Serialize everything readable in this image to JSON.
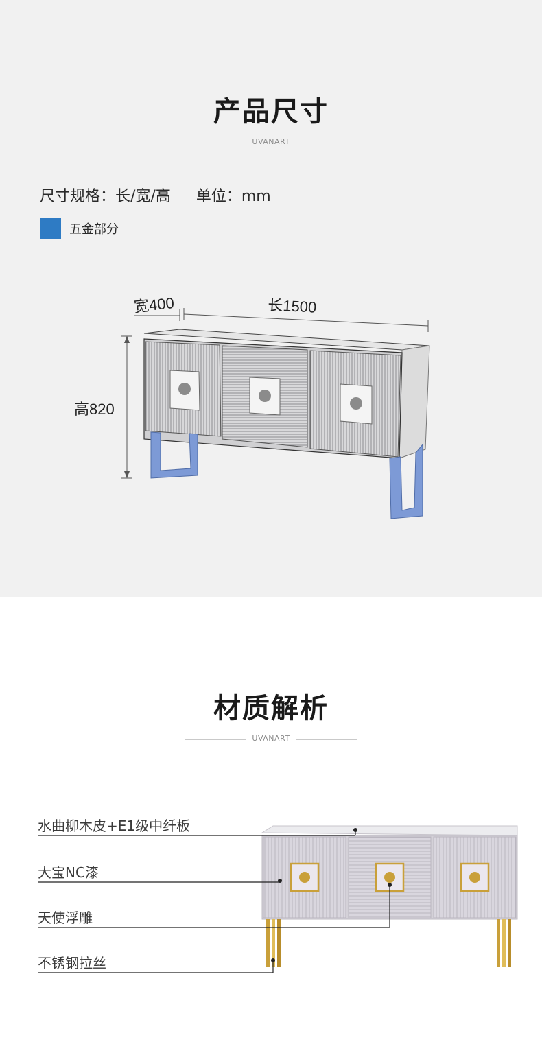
{
  "size_section": {
    "title": "产品尺寸",
    "brand": "UVANART",
    "spec": "尺寸规格：长/宽/高",
    "unit": "单位：mm",
    "legend_label": "五金部分",
    "colors": {
      "hardware": "#2e7bc4",
      "background": "#f1f1f1"
    },
    "dimensions": {
      "width_label": "宽400",
      "length_label": "长1500",
      "height_label": "高820"
    }
  },
  "material_section": {
    "title": "材质解析",
    "brand": "UVANART",
    "materials": [
      "水曲柳木皮+E1级中纤板",
      "大宝NC漆",
      "天使浮雕",
      "不锈钢拉丝"
    ],
    "colors": {
      "gold": "#c9a03a",
      "cabinet": "#d9d6de"
    }
  }
}
